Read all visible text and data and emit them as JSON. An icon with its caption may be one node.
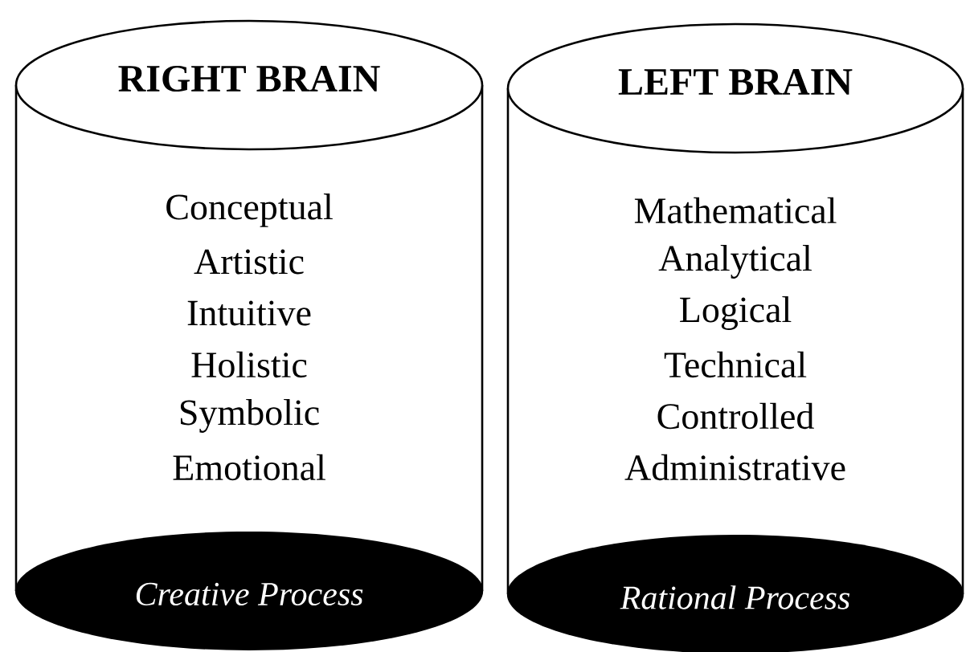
{
  "diagram": {
    "nodes": [
      {
        "text": [
          "RIGHT BRAIN",
          "Conceptual",
          "Artistic",
          "Intuitive",
          "Holistic",
          "Symbolic",
          "Emotional",
          "Creative Process"
        ]
      },
      {
        "text": [
          "LEFT BRAIN",
          "Mathematical",
          "Analytical",
          "Logical",
          "Technical",
          "Controlled",
          "Administrative",
          "Rational Process"
        ]
      }
    ]
  }
}
